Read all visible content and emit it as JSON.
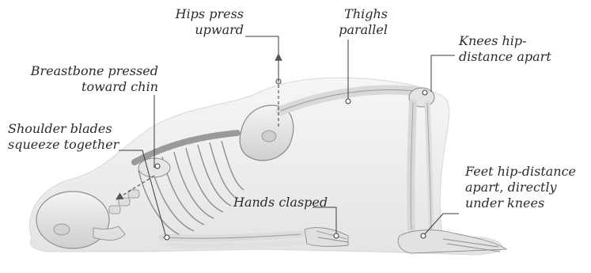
{
  "labels": {
    "hips": {
      "line1": "Hips press",
      "line2": "upward"
    },
    "thighs": {
      "line1": "Thighs",
      "line2": "parallel"
    },
    "knees": {
      "line1": "Knees hip-",
      "line2": "distance apart"
    },
    "breastbone": {
      "line1": "Breastbone pressed",
      "line2": "toward chin"
    },
    "shoulders": {
      "line1": "Shoulder blades",
      "line2": "squeeze together"
    },
    "hands": {
      "line1": "Hands clasped"
    },
    "feet": {
      "line1": "Feet hip-distance",
      "line2": "apart, directly",
      "line3": "under knees"
    }
  },
  "colors": {
    "text": "#2b2b2b",
    "leader_line": "#3a3a3a",
    "bone_fill": "#e6e6e6",
    "bone_stroke": "#9a9a9a",
    "body_shadow": "#eeeeee"
  },
  "icons": {
    "figure": "skeleton-bridge-pose"
  }
}
